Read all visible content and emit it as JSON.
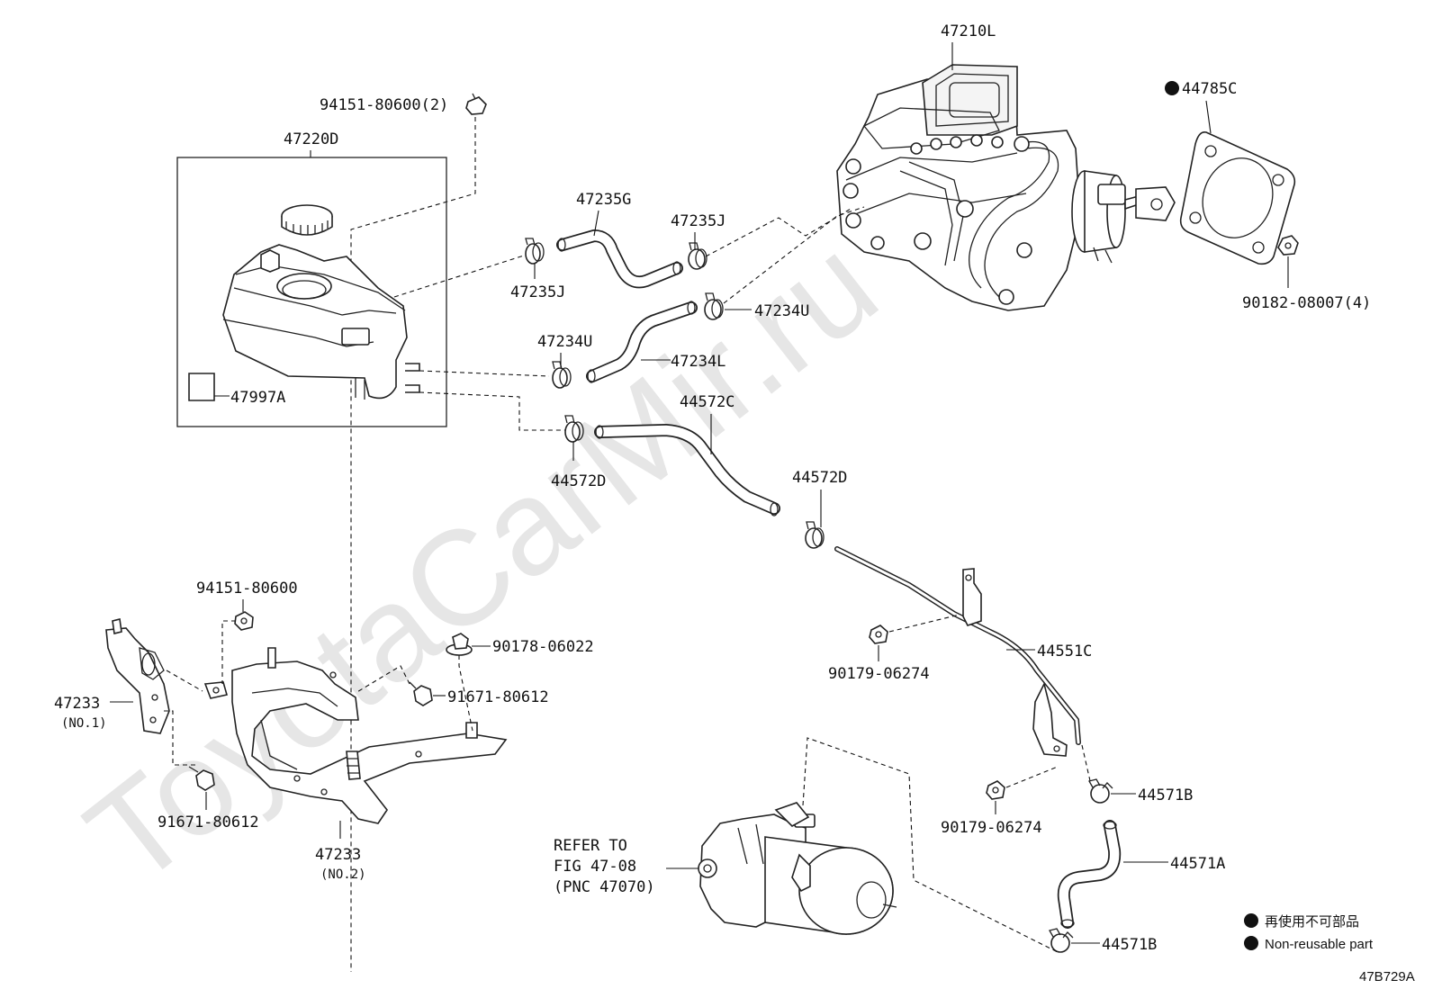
{
  "watermark": "ToyotaCarMir.ru",
  "figure_code": "47B729A",
  "legend": {
    "jp": "再使用不可部品",
    "en": "Non-reusable part"
  },
  "labels": {
    "p47210L": "47210L",
    "p44785C": "44785C",
    "p90182": "90182-08007(4)",
    "p94151_2": "94151-80600(2)",
    "p47220D": "47220D",
    "p47235G": "47235G",
    "p47235J_a": "47235J",
    "p47235J_b": "47235J",
    "p47234U_a": "47234U",
    "p47234U_b": "47234U",
    "p47234L": "47234L",
    "p47997A": "47997A",
    "p44572C": "44572C",
    "p44572D_a": "44572D",
    "p44572D_b": "44572D",
    "p94151": "94151-80600",
    "p90178": "90178-06022",
    "p91671_a": "91671-80612",
    "p91671_b": "91671-80612",
    "p47233_1": "47233",
    "p47233_1_sub": "(NO.1)",
    "p47233_2": "47233",
    "p47233_2_sub": "(NO.2)",
    "p90179_a": "90179-06274",
    "p90179_b": "90179-06274",
    "p44551C": "44551C",
    "p44571B_a": "44571B",
    "p44571B_b": "44571B",
    "p44571A": "44571A",
    "refer_1": "REFER TO",
    "refer_2": "FIG 47-08",
    "refer_3": "(PNC 47070)"
  }
}
